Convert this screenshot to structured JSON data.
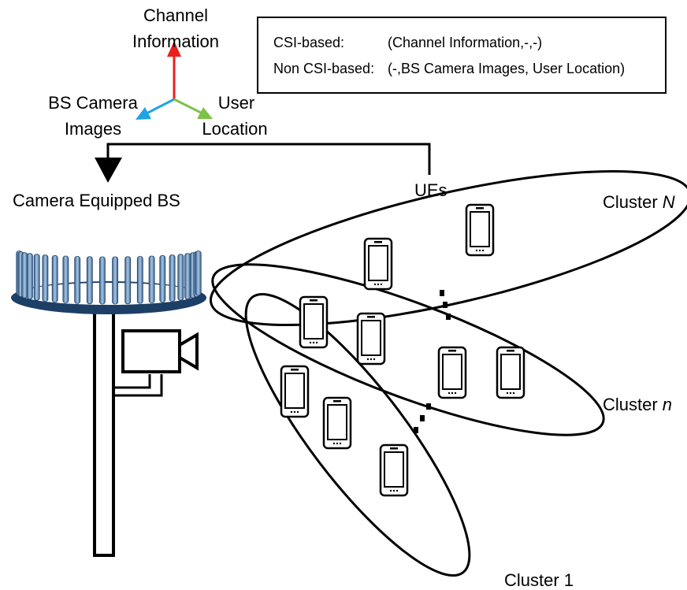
{
  "axes": {
    "top_line1": "Channel",
    "top_line2": "Information",
    "left_line1": "BS Camera",
    "left_line2": "Images",
    "right_line1": "User",
    "right_line2": "Location",
    "colors": {
      "top": "#e8211d",
      "left": "#1fa3e4",
      "right": "#7cc247"
    }
  },
  "legend": {
    "csi_label": "CSI-based:",
    "csi_value": "(Channel Information,-,-)",
    "noncsi_label": "Non CSI-based:",
    "noncsi_value": "(-,BS Camera Images, User Location)"
  },
  "labels": {
    "bs": "Camera Equipped BS",
    "ues": "UEs",
    "cluster_N_prefix": "Cluster ",
    "cluster_N_var": "N",
    "cluster_n_prefix": "Cluster ",
    "cluster_n_var": "n",
    "cluster_1": "Cluster 1"
  },
  "icons": [
    "antenna-ring-icon",
    "camera-icon",
    "smartphone-icon"
  ],
  "colors": {
    "antenna_bar": "#5b7fa6",
    "antenna_bar_light": "#a9c6e3",
    "ring": "#1d3f66"
  }
}
